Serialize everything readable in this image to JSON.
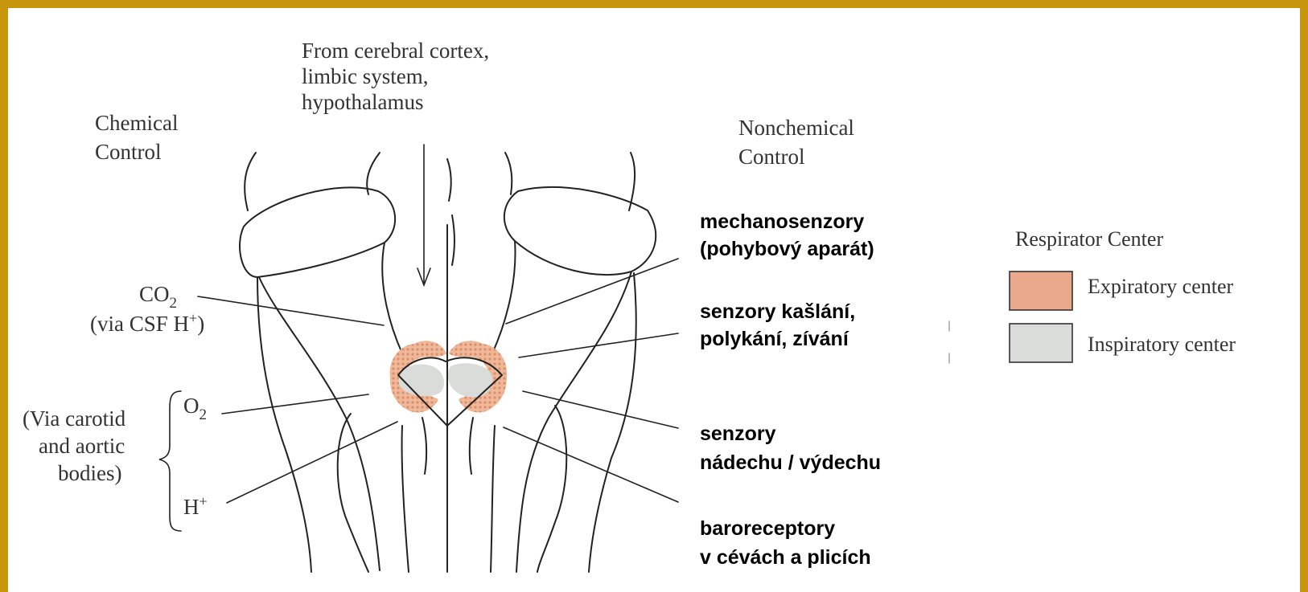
{
  "colors": {
    "border": "#c8960c",
    "expiratory": "#e9a98a",
    "inspiratory": "#d9dcd8"
  },
  "top_label": [
    "From cerebral cortex,",
    "limbic system,",
    "hypothalamus"
  ],
  "chemical_title": [
    "Chemical",
    "Control"
  ],
  "nonchemical_title": [
    "Nonchemical",
    "Control"
  ],
  "chemical": {
    "co2": "CO",
    "co2_sub": "2",
    "csf_prefix": "(via CSF H",
    "csf_sup": "+",
    "csf_suffix": ")",
    "o2": "O",
    "o2_sub": "2",
    "h": "H",
    "h_sup": "+",
    "via": [
      "(Via carotid",
      "and aortic",
      "bodies)"
    ]
  },
  "nonchemical": {
    "mechano": [
      "mechanosenzory",
      "(pohybový aparát)"
    ],
    "cough": [
      "senzory kašlání,",
      "polykání, zívání"
    ],
    "breath": [
      "senzory",
      "nádechu / výdechu"
    ],
    "baro": [
      "baroreceptory",
      "v cévách a plicích"
    ]
  },
  "legend": {
    "title": "Respirator Center",
    "expiratory": "Expiratory center",
    "inspiratory": "Inspiratory center"
  }
}
